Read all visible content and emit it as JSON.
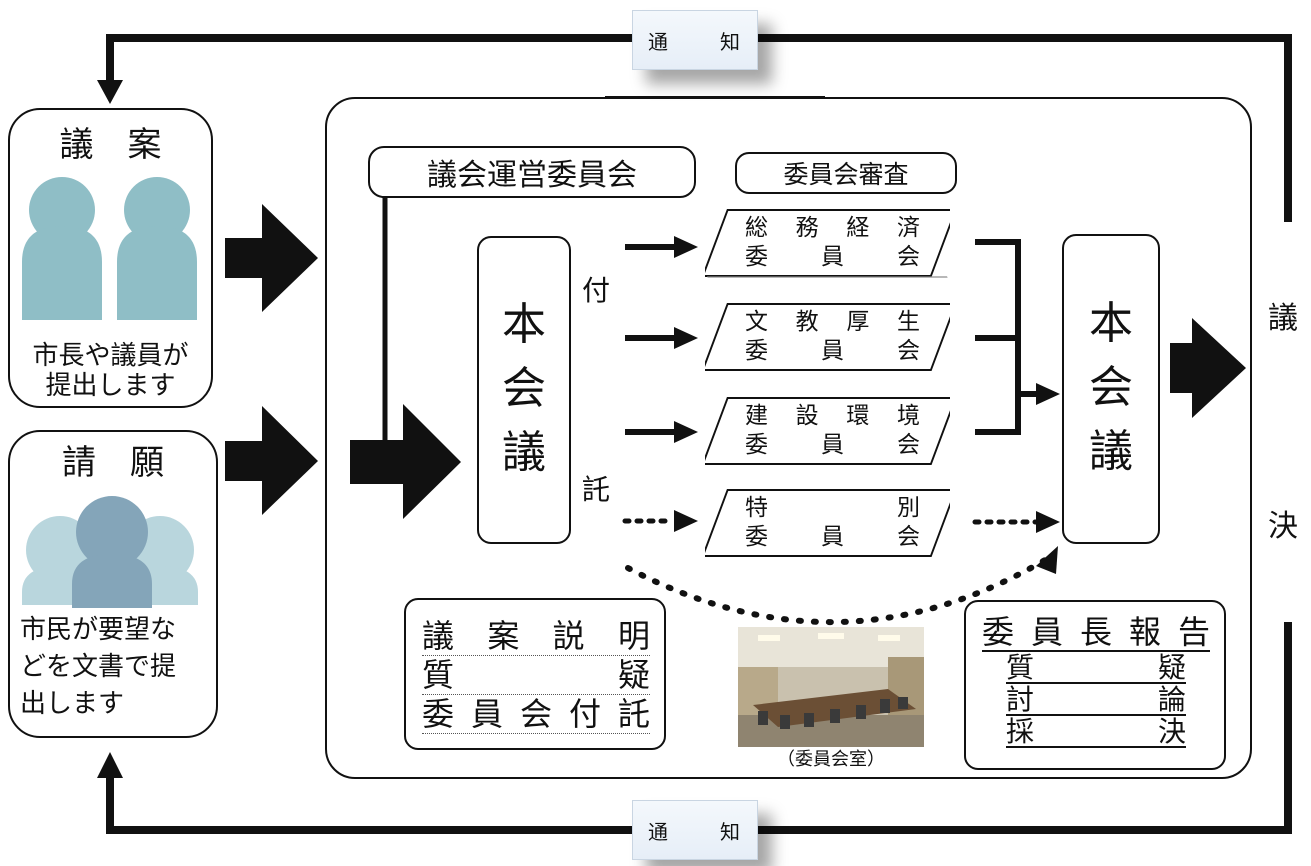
{
  "notice_top": {
    "left": "通",
    "right": "知"
  },
  "notice_bottom": {
    "left": "通",
    "right": "知"
  },
  "bill_box": {
    "title": "議　案",
    "line1": "市長や議員が",
    "line2": "提出します"
  },
  "petition_box": {
    "title": "請　願",
    "line1": "市民が要望な",
    "line2": "どを文書で提",
    "line3": "出します"
  },
  "steering_committee": "議会運営委員会",
  "committee_review": "委員会審査",
  "plenary_left": {
    "c1": "本",
    "c2": "会",
    "c3": "議"
  },
  "plenary_right": {
    "c1": "本",
    "c2": "会",
    "c3": "議"
  },
  "refer_labels": {
    "top": "付",
    "bottom": "託"
  },
  "committees": [
    {
      "line1": [
        "総",
        "務",
        "経",
        "済"
      ],
      "line2": [
        "委",
        "員",
        "会"
      ]
    },
    {
      "line1": [
        "文",
        "教",
        "厚",
        "生"
      ],
      "line2": [
        "委",
        "員",
        "会"
      ]
    },
    {
      "line1": [
        "建",
        "設",
        "環",
        "境"
      ],
      "line2": [
        "委",
        "員",
        "会"
      ]
    },
    {
      "line1": [
        "特",
        "別"
      ],
      "line2": [
        "委",
        "員",
        "会"
      ]
    }
  ],
  "plenary_steps_left": {
    "row1": [
      "議",
      "案",
      "説",
      "明"
    ],
    "row2": [
      "質",
      "疑"
    ],
    "row3": [
      "委",
      "員",
      "会",
      "付",
      "託"
    ]
  },
  "plenary_steps_right": {
    "title": [
      "委",
      "員",
      "長",
      "報",
      "告"
    ],
    "row1": [
      "質",
      "疑"
    ],
    "row2": [
      "討",
      "論"
    ],
    "row3": [
      "採",
      "決"
    ]
  },
  "photo_caption": "（委員会室）",
  "vote_label": {
    "top": "議",
    "bottom": "決"
  }
}
